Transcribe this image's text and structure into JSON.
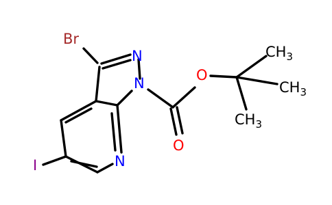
{
  "molecule": {
    "atoms": {
      "br": "Br",
      "n_pyrazole": "N",
      "n_ring": "N",
      "n_pyridine": "N",
      "o_carbonyl": "O",
      "o_ester": "O",
      "iodine": "I",
      "ch3": "CH",
      "three": "3"
    },
    "colors": {
      "bond": "#000000",
      "carbon": "#000000",
      "nitrogen": "#0000ff",
      "oxygen": "#ff0000",
      "bromine": "#a52a2a",
      "iodine": "#8b008b"
    }
  }
}
